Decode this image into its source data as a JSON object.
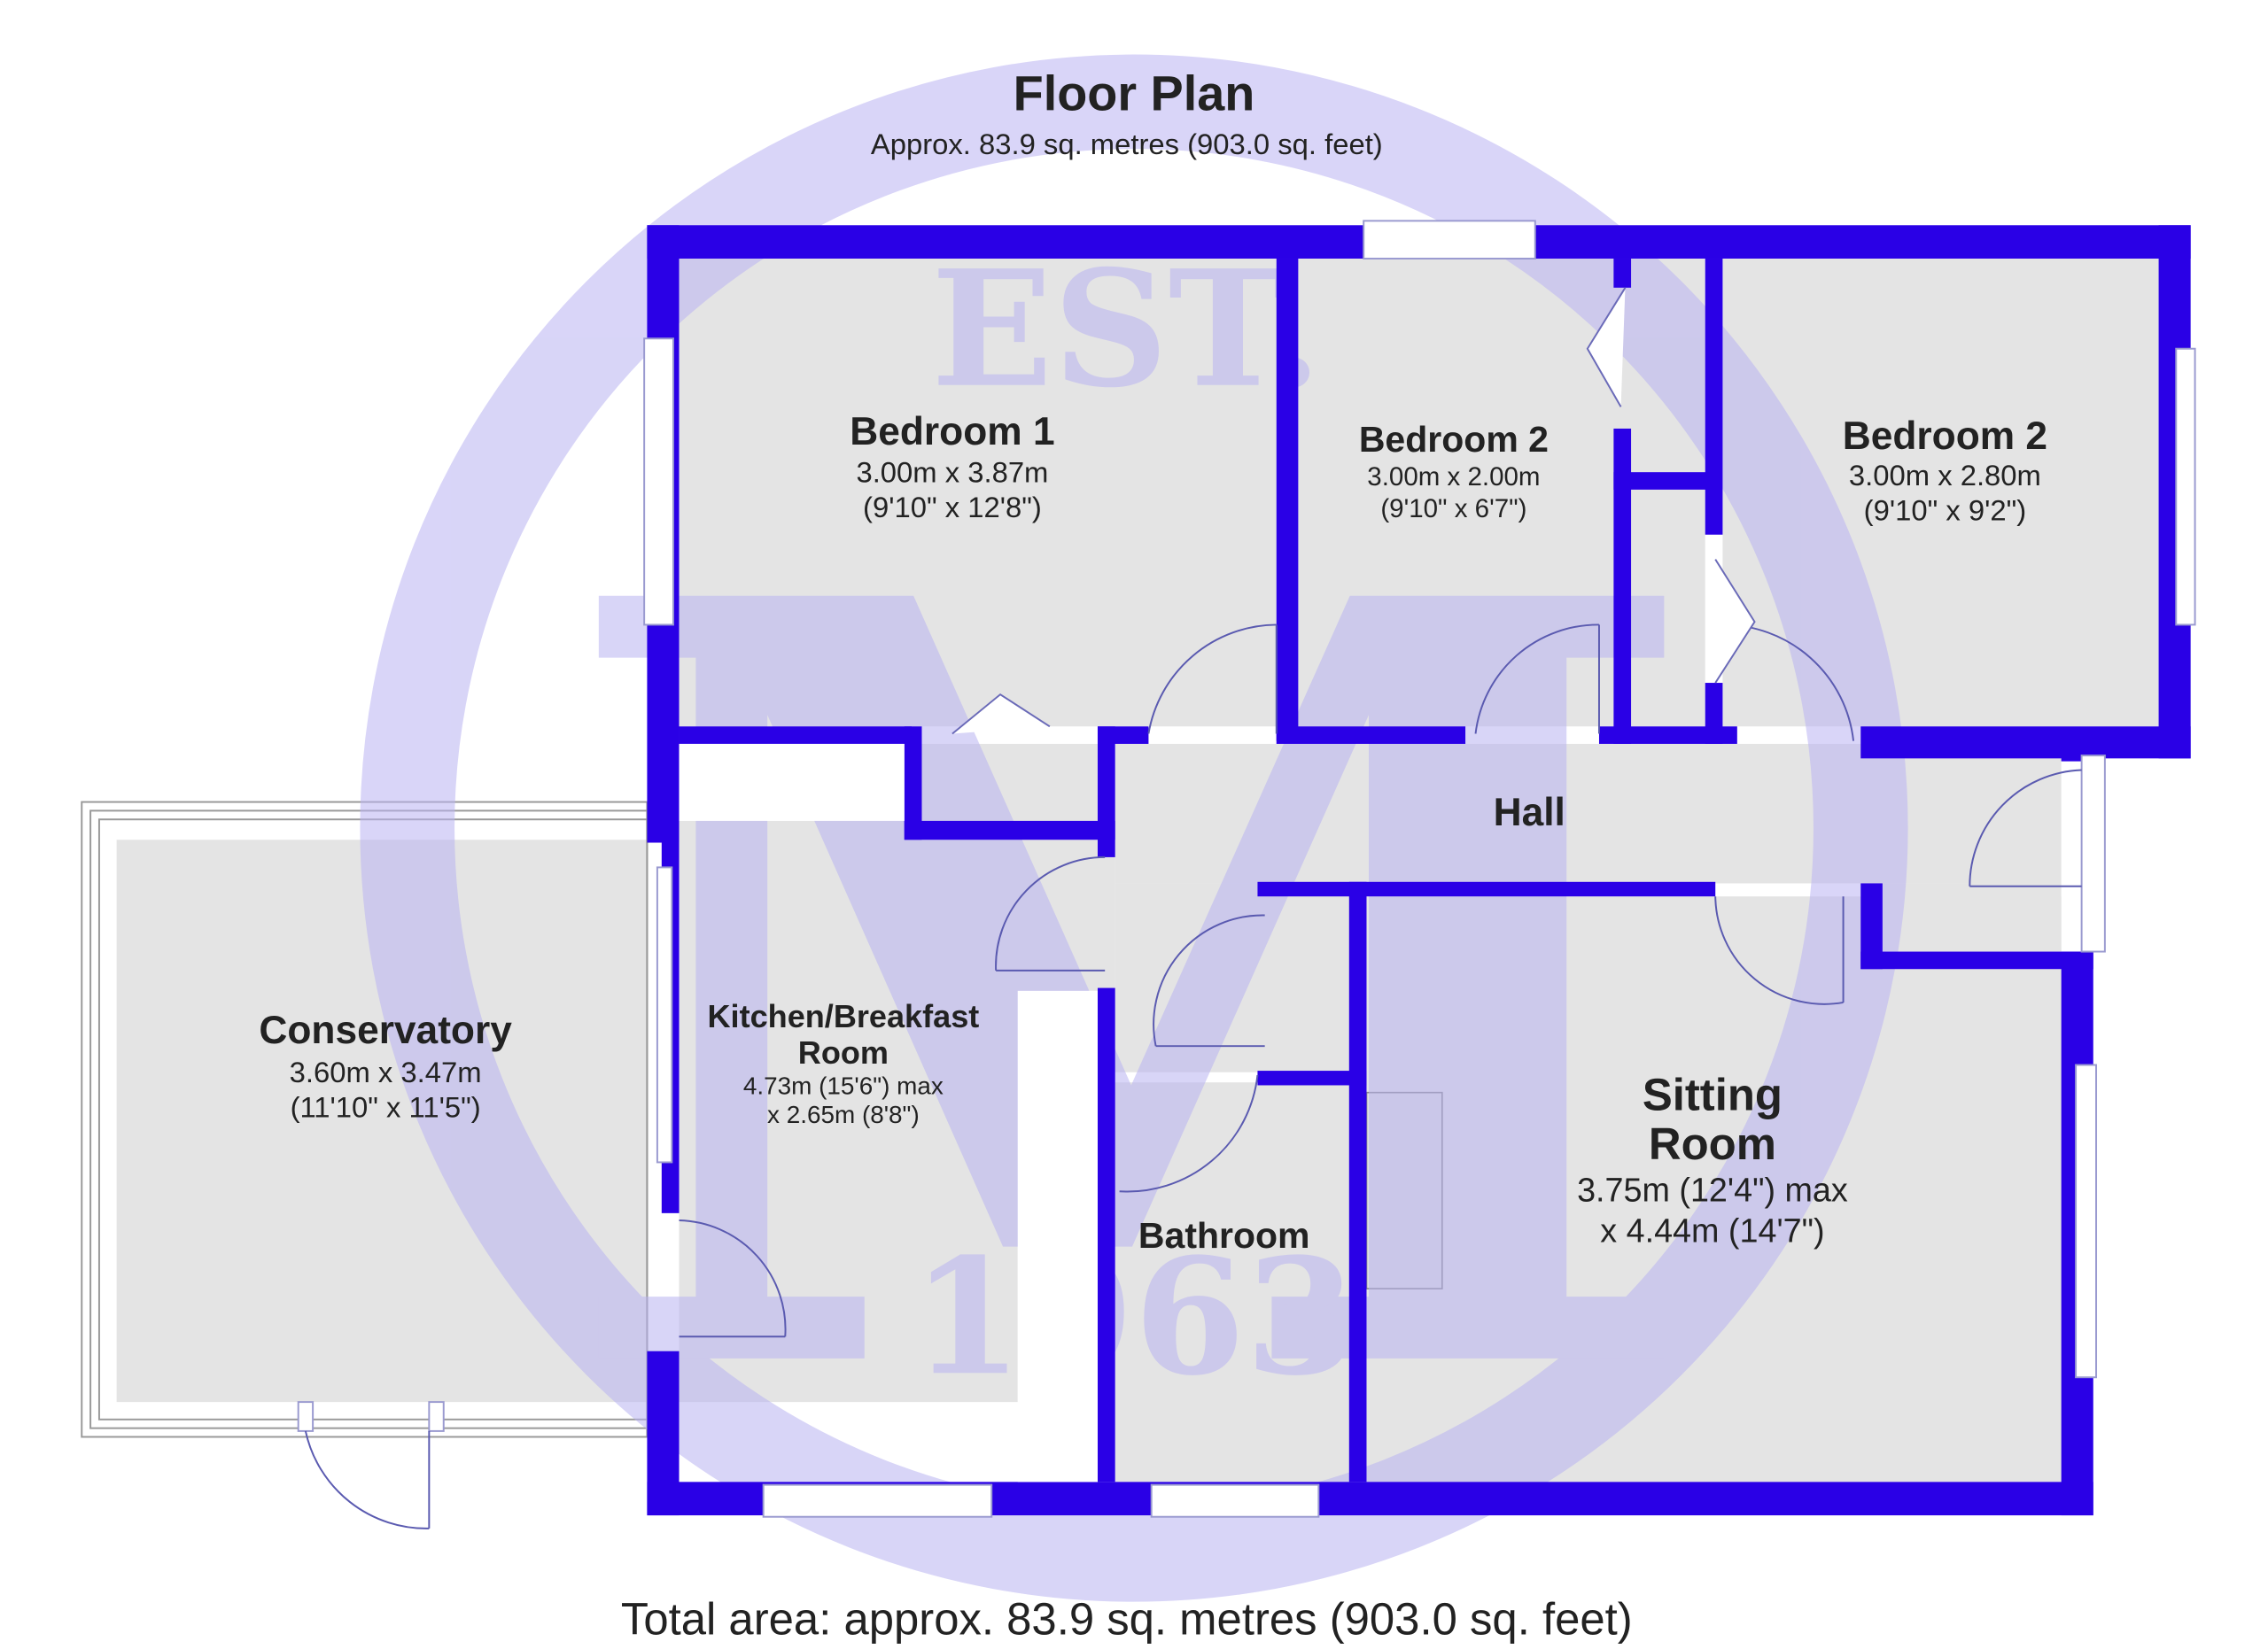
{
  "header": {
    "title": "Floor Plan",
    "subtitle": "Approx. 83.9 sq. metres (903.0 sq. feet)"
  },
  "rooms": {
    "bedroom1": {
      "name": "Bedroom 1",
      "dim_m": "3.00m x 3.87m",
      "dim_ft": "(9'10\" x 12'8\")"
    },
    "bedroom2a": {
      "name": "Bedroom 2",
      "dim_m": "3.00m x 2.00m",
      "dim_ft": "(9'10\" x 6'7\")"
    },
    "bedroom2b": {
      "name": "Bedroom 2",
      "dim_m": "3.00m x 2.80m",
      "dim_ft": "(9'10\" x 9'2\")"
    },
    "hall": {
      "name": "Hall"
    },
    "conservatory": {
      "name": "Conservatory",
      "dim_m": "3.60m x 3.47m",
      "dim_ft": "(11'10\" x 11'5\")"
    },
    "kitchen": {
      "name_line1": "Kitchen/Breakfast",
      "name_line2": "Room",
      "dim_line1": "4.73m (15'6\") max",
      "dim_line2": "x 2.65m (8'8\")"
    },
    "bathroom": {
      "name": "Bathroom"
    },
    "sitting": {
      "name_line1": "Sitting",
      "name_line2": "Room",
      "dim_line1": "3.75m (12'4\") max",
      "dim_line2": "x 4.44m (14'7\")"
    }
  },
  "watermark": {
    "top": "EST.",
    "letter": "M",
    "year": "1963"
  },
  "footer": {
    "total": "Total area: approx. 83.9 sq. metres (903.0 sq. feet)"
  },
  "colors": {
    "wall": "#2a00e6",
    "room": "#e4e4e4",
    "watermark": "#b9b3f2"
  }
}
